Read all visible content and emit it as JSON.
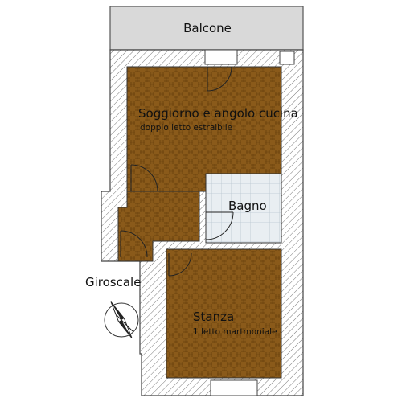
{
  "rooms": {
    "balcone": {
      "name": "Balcone"
    },
    "soggiorno": {
      "name": "Soggiorno e angolo cucina",
      "note": "doppio letto estraibile"
    },
    "bagno": {
      "name": "Bagno"
    },
    "stanza": {
      "name": "Stanza",
      "note": "1 letto martmoniale"
    }
  },
  "stairs": {
    "label": "Giroscale"
  },
  "colors": {
    "wall_hatch": "#6e6e6e",
    "floor_wood": "#8a5a1a",
    "floor_wood_dark": "#5e3a0c",
    "floor_tile": "#dfe6ec",
    "balcony": "#d9d9d9"
  }
}
